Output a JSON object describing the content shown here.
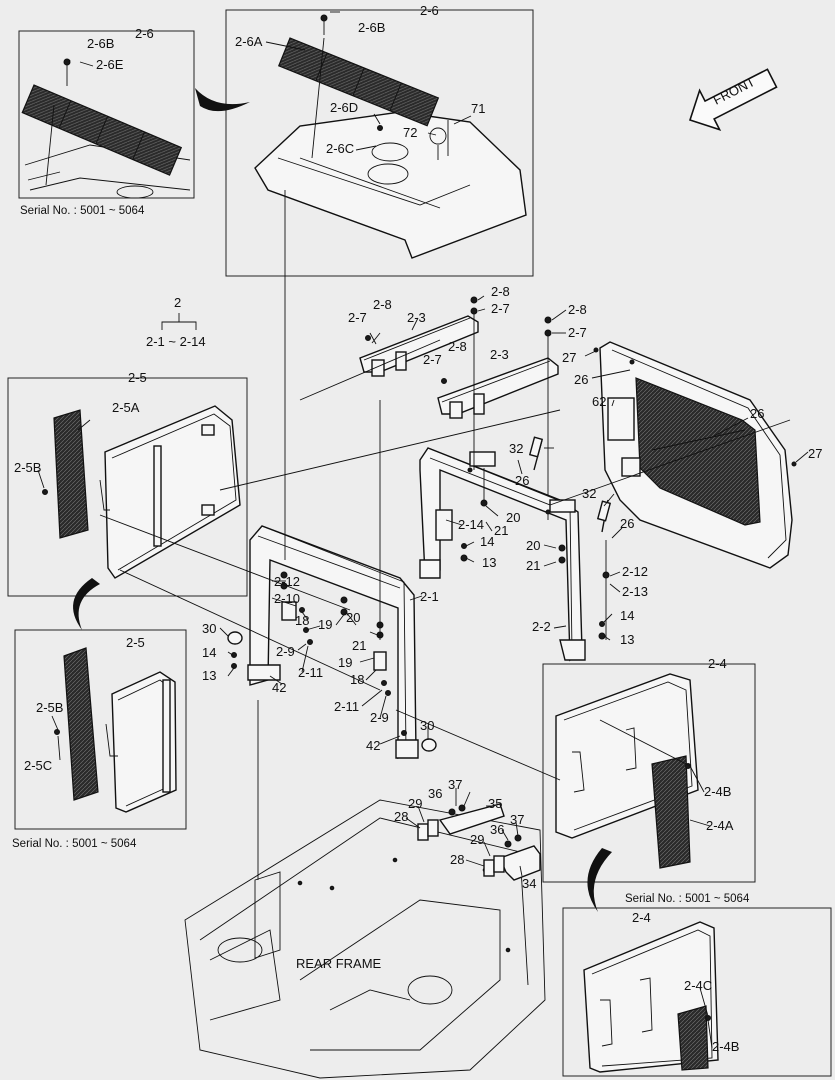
{
  "labels": {
    "box_2_6": "2-6",
    "box_2_6_inset": "2-6",
    "l_2_6B_top": "2-6B",
    "l_2_6A": "2-6A",
    "l_2_6B_inset": "2-6B",
    "l_2_6E": "2-6E",
    "serial_top": "Serial No. : 5001 ~ 5064",
    "l_2_6D": "2-6D",
    "l_2_6C": "2-6C",
    "l_71": "71",
    "l_72": "72",
    "front": "FRONT",
    "l_2": "2",
    "l_2_range": "2-1 ~ 2-14",
    "l_2_8_a": "2-8",
    "l_2_7_a": "2-7",
    "l_2_3_a": "2-3",
    "l_2_8_b": "2-8",
    "l_2_7_b": "2-7",
    "l_2_8_c": "2-8",
    "l_2_7_c": "2-7",
    "l_2_8_d": "2-8",
    "l_2_7_d": "2-7",
    "l_2_3_b": "2-3",
    "l_27_a": "27",
    "l_26_a": "26",
    "l_62": "62",
    "l_26_b": "26",
    "l_27_b": "27",
    "l_32_a": "32",
    "l_26_c": "26",
    "l_32_b": "32",
    "l_26_d": "26",
    "l_20_a": "20",
    "l_21_a": "21",
    "l_2_14": "2-14",
    "l_14_a": "14",
    "l_13_a": "13",
    "l_20_b": "20",
    "l_21_b": "21",
    "l_2_12_r": "2-12",
    "l_2_13": "2-13",
    "l_14_b": "14",
    "l_13_b": "13",
    "l_2_2": "2-2",
    "box_2_5": "2-5",
    "l_2_5A": "2-5A",
    "l_2_5B": "2-5B",
    "l_2_12_l": "2-12",
    "l_2_10": "2-10",
    "l_18_a": "18",
    "l_19_a": "19",
    "l_20_c": "20",
    "l_21_c": "21",
    "l_2_1": "2-1",
    "l_30_a": "30",
    "l_14_c": "14",
    "l_13_c": "13",
    "l_2_9_a": "2-9",
    "l_2_11_a": "2-11",
    "l_42_a": "42",
    "l_19_b": "19",
    "l_18_b": "18",
    "l_2_11_b": "2-11",
    "l_2_9_b": "2-9",
    "l_30_b": "30",
    "l_42_b": "42",
    "box_2_5_inset": "2-5",
    "l_2_5B_inset": "2-5B",
    "l_2_5C": "2-5C",
    "serial_left": "Serial No. : 5001 ~ 5064",
    "box_2_4": "2-4",
    "l_2_4B": "2-4B",
    "l_2_4A": "2-4A",
    "serial_right": "Serial No. : 5001 ~ 5064",
    "box_2_4_inset": "2-4",
    "l_2_4C": "2-4C",
    "l_2_4B_inset": "2-4B",
    "l_37_a": "37",
    "l_36_a": "36",
    "l_35": "35",
    "l_29_a": "29",
    "l_28_a": "28",
    "l_37_b": "37",
    "l_36_b": "36",
    "l_29_b": "29",
    "l_28_b": "28",
    "l_34": "34",
    "rear_frame": "REAR FRAME"
  }
}
